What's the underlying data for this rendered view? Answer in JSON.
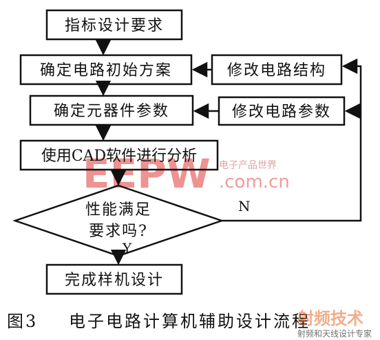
{
  "nodes": {
    "spec": "指标设计要求",
    "initial_plan": "确定电路初始方案",
    "modify_structure": "修改电路结构",
    "component_params": "确定元器件参数",
    "modify_params": "修改电路参数",
    "cad_analysis": "使用CAD软件进行分析",
    "decision_line1": "性能满足",
    "decision_line2": "要求吗?",
    "finish": "完成样机设计"
  },
  "edges": {
    "no_label": "N",
    "yes_label": "Y"
  },
  "caption": {
    "figure_number": "图3",
    "title": "电子电路计算机辅助设计流程"
  },
  "watermarks": {
    "main_logo": "EEPW",
    "main_domain": ".com.cn",
    "main_tagline": "电子产品世界",
    "corner_logo": "射频技术",
    "corner_tagline": "射频和天线设计专家"
  },
  "colors": {
    "line": "#111111",
    "watermark_red": "#e23a3a",
    "watermark_orange": "#e86a2a"
  }
}
